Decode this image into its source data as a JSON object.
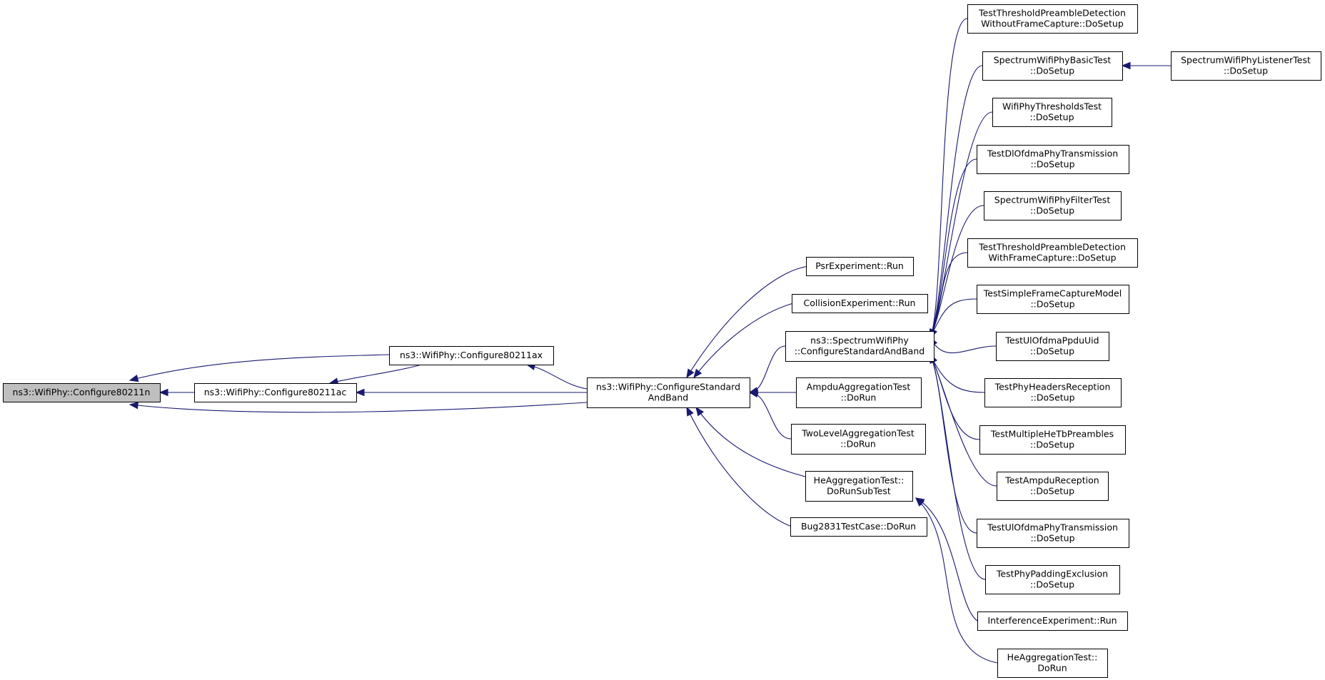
{
  "graph": {
    "nodes": [
      {
        "id": "n0",
        "lines": [
          "ns3::WifiPhy::Configure80211n"
        ]
      },
      {
        "id": "n1",
        "lines": [
          "ns3::WifiPhy::Configure80211ac"
        ]
      },
      {
        "id": "n2",
        "lines": [
          "ns3::WifiPhy::Configure80211ax"
        ]
      },
      {
        "id": "n3",
        "lines": [
          "ns3::WifiPhy::ConfigureStandard",
          "AndBand"
        ]
      },
      {
        "id": "n4",
        "lines": [
          "PsrExperiment::Run"
        ]
      },
      {
        "id": "n5",
        "lines": [
          "CollisionExperiment::Run"
        ]
      },
      {
        "id": "n6",
        "lines": [
          "ns3::SpectrumWifiPhy",
          "::ConfigureStandardAndBand"
        ]
      },
      {
        "id": "n7",
        "lines": [
          "AmpduAggregationTest",
          "::DoRun"
        ]
      },
      {
        "id": "n8",
        "lines": [
          "TwoLevelAggregationTest",
          "::DoRun"
        ]
      },
      {
        "id": "n9",
        "lines": [
          "HeAggregationTest::",
          "DoRunSubTest"
        ]
      },
      {
        "id": "n10",
        "lines": [
          "Bug2831TestCase::DoRun"
        ]
      },
      {
        "id": "n11",
        "lines": [
          "TestThresholdPreambleDetection",
          "WithoutFrameCapture::DoSetup"
        ]
      },
      {
        "id": "n12",
        "lines": [
          "SpectrumWifiPhyBasicTest",
          "::DoSetup"
        ]
      },
      {
        "id": "n13",
        "lines": [
          "WifiPhyThresholdsTest",
          "::DoSetup"
        ]
      },
      {
        "id": "n14",
        "lines": [
          "TestDlOfdmaPhyTransmission",
          "::DoSetup"
        ]
      },
      {
        "id": "n15",
        "lines": [
          "SpectrumWifiPhyFilterTest",
          "::DoSetup"
        ]
      },
      {
        "id": "n16",
        "lines": [
          "TestThresholdPreambleDetection",
          "WithFrameCapture::DoSetup"
        ]
      },
      {
        "id": "n17",
        "lines": [
          "TestSimpleFrameCaptureModel",
          "::DoSetup"
        ]
      },
      {
        "id": "n18",
        "lines": [
          "TestUlOfdmaPpduUid",
          "::DoSetup"
        ]
      },
      {
        "id": "n19",
        "lines": [
          "TestPhyHeadersReception",
          "::DoSetup"
        ]
      },
      {
        "id": "n20",
        "lines": [
          "TestMultipleHeTbPreambles",
          "::DoSetup"
        ]
      },
      {
        "id": "n21",
        "lines": [
          "TestAmpduReception",
          "::DoSetup"
        ]
      },
      {
        "id": "n22",
        "lines": [
          "TestUlOfdmaPhyTransmission",
          "::DoSetup"
        ]
      },
      {
        "id": "n23",
        "lines": [
          "TestPhyPaddingExclusion",
          "::DoSetup"
        ]
      },
      {
        "id": "n24",
        "lines": [
          "InterferenceExperiment::Run"
        ]
      },
      {
        "id": "n25",
        "lines": [
          "HeAggregationTest::",
          "DoRun"
        ]
      },
      {
        "id": "n26",
        "lines": [
          "SpectrumWifiPhyListenerTest",
          "::DoSetup"
        ]
      }
    ],
    "edges": [
      {
        "from": "n1",
        "to": "n0"
      },
      {
        "from": "n2",
        "to": "n0"
      },
      {
        "from": "n3",
        "to": "n0"
      },
      {
        "from": "n2",
        "to": "n1"
      },
      {
        "from": "n3",
        "to": "n1"
      },
      {
        "from": "n3",
        "to": "n2"
      },
      {
        "from": "n4",
        "to": "n3"
      },
      {
        "from": "n5",
        "to": "n3"
      },
      {
        "from": "n6",
        "to": "n3"
      },
      {
        "from": "n7",
        "to": "n3"
      },
      {
        "from": "n8",
        "to": "n3"
      },
      {
        "from": "n9",
        "to": "n3"
      },
      {
        "from": "n10",
        "to": "n3"
      },
      {
        "from": "n11",
        "to": "n6"
      },
      {
        "from": "n12",
        "to": "n6"
      },
      {
        "from": "n13",
        "to": "n6"
      },
      {
        "from": "n14",
        "to": "n6"
      },
      {
        "from": "n15",
        "to": "n6"
      },
      {
        "from": "n16",
        "to": "n6"
      },
      {
        "from": "n17",
        "to": "n6"
      },
      {
        "from": "n18",
        "to": "n6"
      },
      {
        "from": "n19",
        "to": "n6"
      },
      {
        "from": "n20",
        "to": "n6"
      },
      {
        "from": "n21",
        "to": "n6"
      },
      {
        "from": "n22",
        "to": "n6"
      },
      {
        "from": "n23",
        "to": "n6"
      },
      {
        "from": "n24",
        "to": "n9"
      },
      {
        "from": "n25",
        "to": "n9"
      },
      {
        "from": "n26",
        "to": "n12"
      }
    ]
  },
  "colors": {
    "edge": "#191970",
    "root_fill": "#bfbfbf",
    "node_fill": "#ffffff",
    "node_stroke": "#000000"
  }
}
